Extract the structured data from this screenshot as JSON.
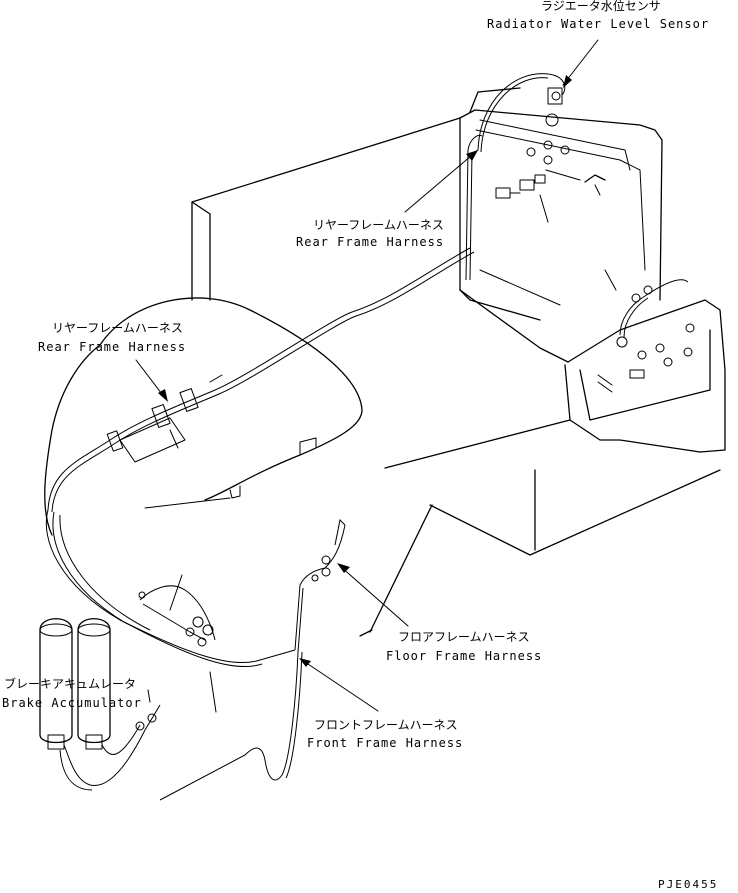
{
  "labels": {
    "radiator_sensor": {
      "jp": "ラジエータ水位センサ",
      "en": "Radiator Water Level Sensor"
    },
    "rear_frame_harness_upper": {
      "jp": "リヤーフレームハーネス",
      "en": "Rear Frame Harness"
    },
    "rear_frame_harness_left": {
      "jp": "リヤーフレームハーネス",
      "en": "Rear Frame Harness"
    },
    "floor_frame_harness": {
      "jp": "フロアフレームハーネス",
      "en": "Floor Frame Harness"
    },
    "front_frame_harness": {
      "jp": "フロントフレームハーネス",
      "en": "Front Frame Harness"
    },
    "brake_accumulator": {
      "jp": "ブレーキアキュムレータ",
      "en": "Brake Accumulator"
    }
  },
  "drawing_code": "PJE0455"
}
